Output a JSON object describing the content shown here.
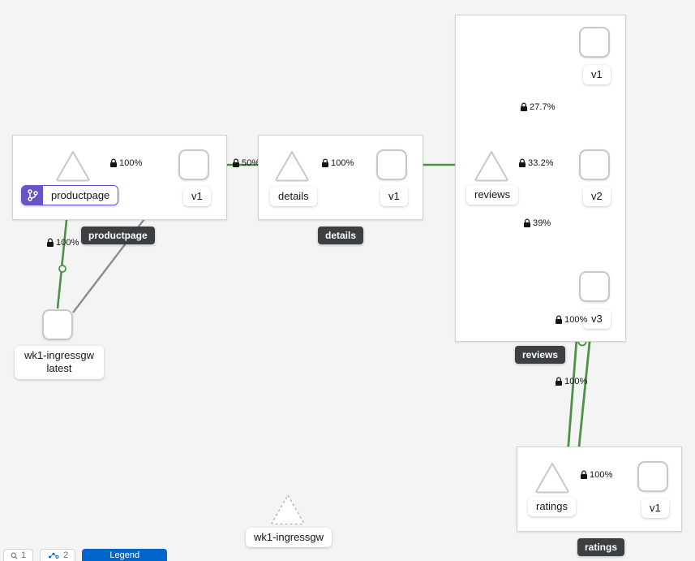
{
  "canvas": {
    "background_color": "#f4f4f4",
    "edge_color": "#4d9147",
    "idle_edge_color": "#8a8d90",
    "vs_badge_color": "#6753c5",
    "group_badge_color": "#3c3f42"
  },
  "groups": [
    {
      "name": "productpage",
      "badge_label": "productpage"
    },
    {
      "name": "details",
      "badge_label": "details"
    },
    {
      "name": "reviews",
      "badge_label": "reviews"
    },
    {
      "name": "ratings",
      "badge_label": "ratings"
    }
  ],
  "nodes": {
    "productpage_service": {
      "label": "productpage",
      "shape": "triangle",
      "has_vs_badge": true,
      "vs_icon": "code-branch-icon"
    },
    "productpage_v1": {
      "label": "v1",
      "shape": "box"
    },
    "details_service": {
      "label": "details",
      "shape": "triangle"
    },
    "details_v1": {
      "label": "v1",
      "shape": "box"
    },
    "reviews_service": {
      "label": "reviews",
      "shape": "triangle"
    },
    "reviews_v1": {
      "label": "v1",
      "shape": "box"
    },
    "reviews_v2": {
      "label": "v2",
      "shape": "box"
    },
    "reviews_v3": {
      "label": "v3",
      "shape": "box"
    },
    "ratings_service": {
      "label": "ratings",
      "shape": "triangle"
    },
    "ratings_v1": {
      "label": "v1",
      "shape": "box"
    },
    "ingressgw_workload": {
      "label_line1": "wk1-ingressgw",
      "label_line2": "latest",
      "shape": "box"
    },
    "ingressgw_idle": {
      "label": "wk1-ingressgw",
      "shape": "triangle-dashed"
    }
  },
  "edges": [
    {
      "id": "gw-to-productpage-svc",
      "source": "ingressgw_workload",
      "target": "productpage_service",
      "label": "100%",
      "secure": true,
      "icon": "lock-icon",
      "healthy": true
    },
    {
      "id": "productpage-svc-to-v1",
      "source": "productpage_service",
      "target": "productpage_v1",
      "label": "100%",
      "secure": true,
      "icon": "lock-icon",
      "healthy": true
    },
    {
      "id": "gw-to-productpage-v1",
      "source": "ingressgw_workload",
      "target": "productpage_v1",
      "label": "",
      "secure": false,
      "icon": "",
      "healthy": false
    },
    {
      "id": "productpage-v1-to-details-svc",
      "source": "productpage_v1",
      "target": "details_service",
      "label": "50%",
      "secure": true,
      "icon": "lock-icon",
      "healthy": true
    },
    {
      "id": "details-svc-to-v1",
      "source": "details_service",
      "target": "details_v1",
      "label": "100%",
      "secure": true,
      "icon": "lock-icon",
      "healthy": true
    },
    {
      "id": "details-v1-to-reviews-svc",
      "source": "details_v1",
      "target": "reviews_service",
      "label": "",
      "secure": false,
      "icon": "",
      "healthy": true
    },
    {
      "id": "reviews-svc-to-v1",
      "source": "reviews_service",
      "target": "reviews_v1",
      "label": "27.7%",
      "secure": true,
      "icon": "lock-icon",
      "healthy": true
    },
    {
      "id": "reviews-svc-to-v2",
      "source": "reviews_service",
      "target": "reviews_v2",
      "label": "33.2%",
      "secure": true,
      "icon": "lock-icon",
      "healthy": true
    },
    {
      "id": "reviews-svc-to-v3",
      "source": "reviews_service",
      "target": "reviews_v3",
      "label": "39%",
      "secure": true,
      "icon": "lock-icon",
      "healthy": true
    },
    {
      "id": "reviews-v3-to-ratings-a",
      "source": "reviews_v3",
      "target": "ratings_service",
      "label": "100%",
      "secure": true,
      "icon": "lock-icon",
      "healthy": true
    },
    {
      "id": "reviews-v2-to-ratings-b",
      "source": "reviews_v2",
      "target": "ratings_service",
      "label": "100%",
      "secure": true,
      "icon": "lock-icon",
      "healthy": true
    },
    {
      "id": "ratings-svc-to-v1",
      "source": "ratings_service",
      "target": "ratings_v1",
      "label": "100%",
      "secure": true,
      "icon": "lock-icon",
      "healthy": true
    }
  ],
  "toolbar": {
    "zoom_label": "1",
    "legend_label": "2",
    "primary_label": "Legend"
  }
}
